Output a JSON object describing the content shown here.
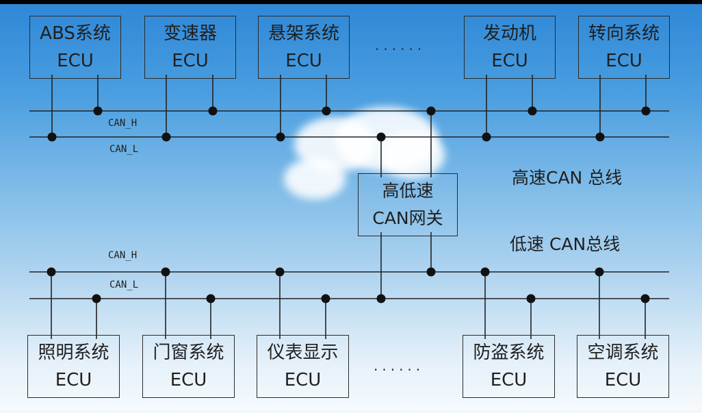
{
  "diagram": {
    "top_ecus": [
      {
        "name": "ABS系统",
        "sub": "ECU"
      },
      {
        "name": "变速器",
        "sub": "ECU"
      },
      {
        "name": "悬架系统",
        "sub": "ECU"
      },
      {
        "name": "发动机",
        "sub": "ECU"
      },
      {
        "name": "转向系统",
        "sub": "ECU"
      }
    ],
    "bottom_ecus": [
      {
        "name": "照明系统",
        "sub": "ECU"
      },
      {
        "name": "门窗系统",
        "sub": "ECU"
      },
      {
        "name": "仪表显示",
        "sub": "ECU"
      },
      {
        "name": "防盗系统",
        "sub": "ECU"
      },
      {
        "name": "空调系统",
        "sub": "ECU"
      }
    ],
    "gateway": {
      "line1": "高低速",
      "line2": "CAN网关"
    },
    "high_bus": {
      "title": "高速CAN 总线",
      "can_h": "CAN_H",
      "can_l": "CAN_L"
    },
    "low_bus": {
      "title": "低速 CAN总线",
      "can_h": "CAN_H",
      "can_l": "CAN_L"
    },
    "ellipsis": "......"
  }
}
